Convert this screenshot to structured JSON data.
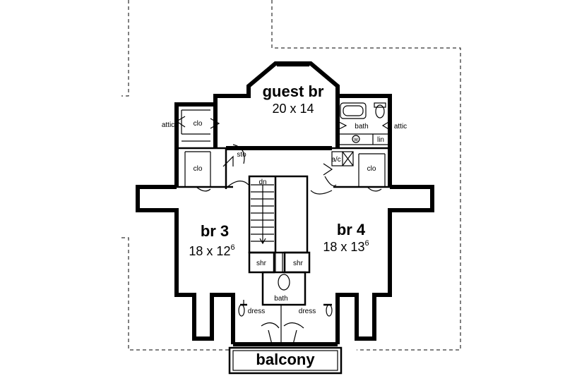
{
  "rooms": {
    "guest": {
      "name": "guest br",
      "size": "20 x 14"
    },
    "br3": {
      "name": "br 3",
      "size": "18 x 12",
      "size_sup": "6"
    },
    "br4": {
      "name": "br 4",
      "size": "18 x 13",
      "size_sup": "6"
    },
    "balcony": {
      "name": "balcony"
    }
  },
  "labels": {
    "attic_left": "attic",
    "attic_right": "attic",
    "clo_top_left": "clo",
    "clo_mid_left": "clo",
    "clo_mid_right": "clo",
    "bath_top": "bath",
    "bath_center": "bath",
    "washer": "w",
    "linen": "lin",
    "sto": "sto",
    "ac": "a/c",
    "stair_dn": "dn",
    "shr_left": "shr",
    "shr_right": "shr",
    "dress_left": "dress",
    "dress_right": "dress"
  }
}
